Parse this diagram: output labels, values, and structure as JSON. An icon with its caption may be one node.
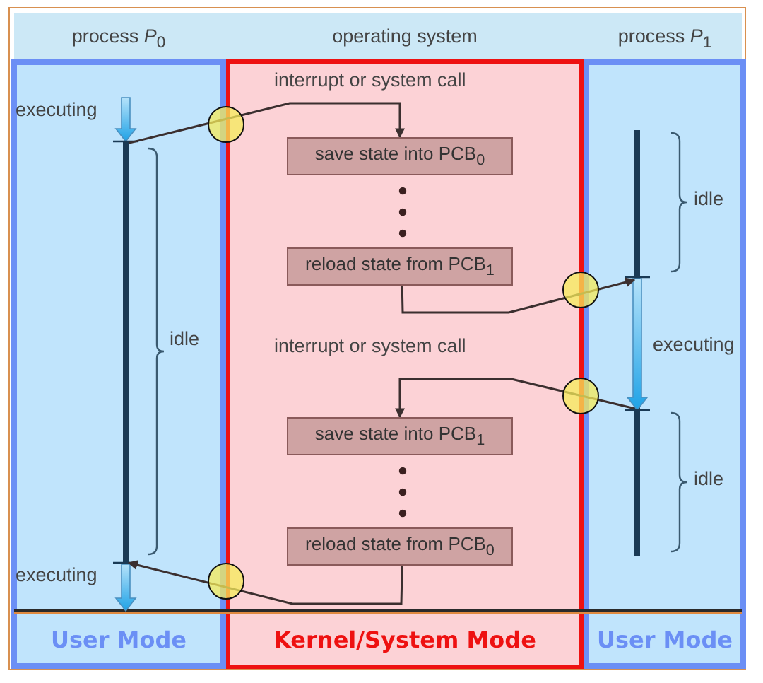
{
  "diagram": {
    "nodes": [
      {
        "text": [
          "process *P*$_{0}$",
          "User Mode"
        ]
      },
      {
        "text": [
          "operating system",
          "Kernel/System Mode"
        ]
      },
      {
        "text": [
          "process *P*$_{1}$",
          "User Mode"
        ]
      },
      {
        "text": [
          "save state into PCB$_{0}$"
        ],
        "in": 1
      },
      {
        "text": [
          "reload state from PCB$_{1}$"
        ],
        "in": 1
      },
      {
        "text": [
          "save state into PCB$_{1}$"
        ],
        "in": 1
      },
      {
        "text": [
          "reload state from PCB$_{0}$"
        ],
        "in": 1
      },
      {
        "text": [],
        "shape": "bar",
        "in": 0,
        "beside": [
          "executing",
          "idle",
          "executing"
        ]
      },
      {
        "text": [],
        "shape": "bar",
        "in": 2,
        "beside": [
          "idle",
          "executing",
          "idle"
        ]
      }
    ],
    "edges": [
      {
        "from": 7,
        "to": 3,
        "arrow": "to",
        "label": "interrupt or system call"
      },
      {
        "from": 4,
        "to": 8,
        "arrow": "to"
      },
      {
        "from": 8,
        "to": 5,
        "arrow": "to",
        "label": "interrupt or system call"
      },
      {
        "from": 6,
        "to": 7,
        "arrow": "to"
      }
    ]
  }
}
